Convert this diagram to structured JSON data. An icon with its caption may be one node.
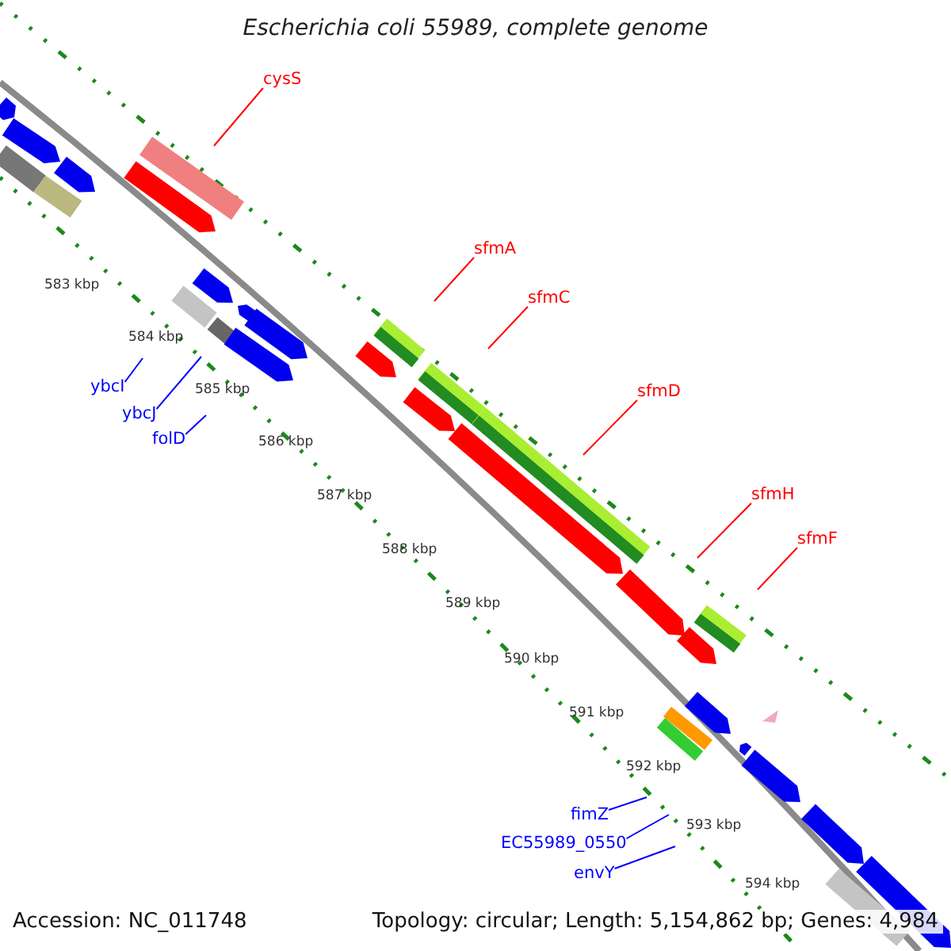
{
  "diagram": {
    "title": "Escherichia coli 55989, complete genome",
    "nodes": [
      {
        "text": [
          "cysS"
        ]
      },
      {
        "text": [
          "sfmA"
        ]
      },
      {
        "text": [
          "sfmC"
        ]
      },
      {
        "text": [
          "sfmD"
        ]
      },
      {
        "text": [
          "sfmH"
        ]
      },
      {
        "text": [
          "sfmF"
        ]
      },
      {
        "text": [
          "ybcI"
        ]
      },
      {
        "text": [
          "ybcJ"
        ]
      },
      {
        "text": [
          "folD"
        ]
      },
      {
        "text": [
          "fimZ"
        ]
      },
      {
        "text": [
          "EC55989_0550"
        ]
      },
      {
        "text": [
          "envY"
        ]
      }
    ],
    "edges": [
      {
        "from": 0,
        "to": null,
        "arrow": "none"
      },
      {
        "from": 1,
        "to": null,
        "arrow": "none"
      },
      {
        "from": 2,
        "to": null,
        "arrow": "none"
      },
      {
        "from": 3,
        "to": null,
        "arrow": "none"
      },
      {
        "from": 4,
        "to": null,
        "arrow": "none"
      },
      {
        "from": 5,
        "to": null,
        "arrow": "none"
      },
      {
        "from": 6,
        "to": null,
        "arrow": "none",
        "color": "#0000ff"
      },
      {
        "from": 7,
        "to": null,
        "arrow": "none",
        "color": "#0000ff"
      },
      {
        "from": 8,
        "to": null,
        "arrow": "none",
        "color": "#0000ff"
      },
      {
        "from": 9,
        "to": null,
        "arrow": "none",
        "color": "#0000ff"
      },
      {
        "from": 10,
        "to": null,
        "arrow": "none",
        "color": "#0000ff"
      },
      {
        "from": 11,
        "to": null,
        "arrow": "none",
        "color": "#0000ff"
      }
    ],
    "labels": [
      "583 kbp",
      "584 kbp",
      "585 kbp",
      "586 kbp",
      "587 kbp",
      "588 kbp",
      "589 kbp",
      "590 kbp",
      "591 kbp",
      "592 kbp",
      "593 kbp",
      "594 kbp",
      "Accession: NC_011748",
      "Topology: circular; Length: 5,154,862 bp; Genes: 4,984"
    ]
  }
}
